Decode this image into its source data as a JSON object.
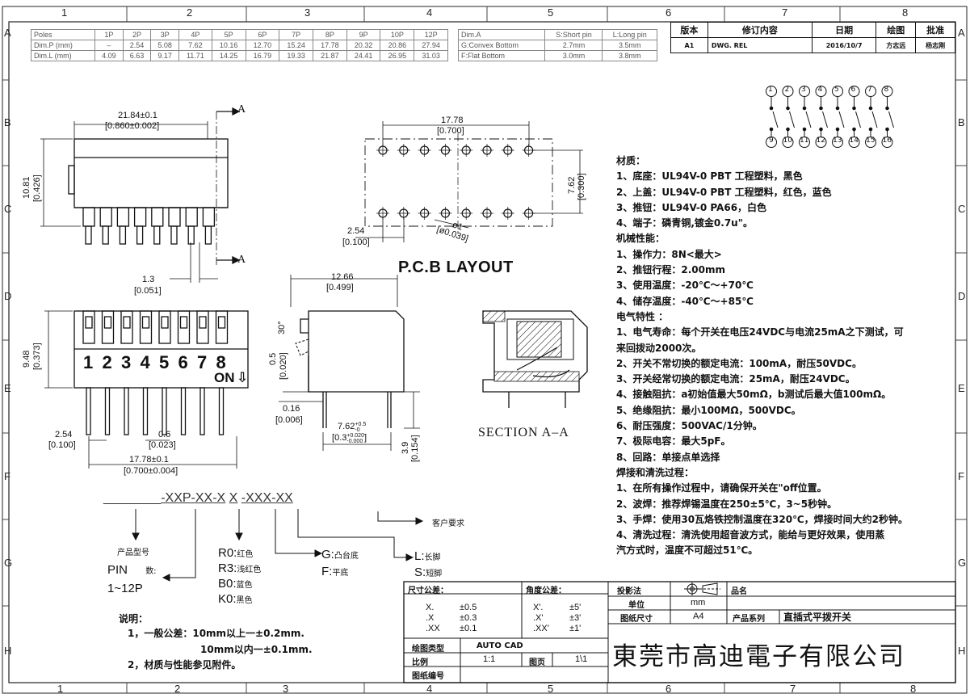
{
  "grid": {
    "columns": [
      "1",
      "2",
      "3",
      "4",
      "5",
      "6",
      "7",
      "8"
    ],
    "rows": [
      "A",
      "B",
      "C",
      "D",
      "E",
      "F",
      "G",
      "H"
    ]
  },
  "dim_table": {
    "headers": [
      "Poles",
      "1P",
      "2P",
      "3P",
      "4P",
      "5P",
      "6P",
      "7P",
      "8P",
      "9P",
      "10P",
      "12P"
    ],
    "rows": [
      [
        "Dim.P (mm)",
        "–",
        "2.54",
        "5.08",
        "7.62",
        "10.16",
        "12.70",
        "15.24",
        "17.78",
        "20.32",
        "20.86",
        "27.94"
      ],
      [
        "Dim.L (mm)",
        "4.09",
        "6.63",
        "9.17",
        "11.71",
        "14.25",
        "16.79",
        "19.33",
        "21.87",
        "24.41",
        "26.95",
        "31.03"
      ]
    ]
  },
  "dim_a_table": {
    "headers": [
      "Dim.A",
      "S:Short pin",
      "L:Long pin"
    ],
    "rows": [
      [
        "G:Convex Bottom",
        "2.7mm",
        "3.5mm"
      ],
      [
        "F:Flat Bottom",
        "3.0mm",
        "3.8mm"
      ]
    ]
  },
  "revision": {
    "headers": [
      "版本",
      "修订内容",
      "日期",
      "绘图",
      "批准"
    ],
    "row": [
      "A1",
      "DWG. REL",
      "2016/10/7",
      "方志远",
      "杨志刚"
    ]
  },
  "front_view": {
    "width_dim": "21.84±0.1",
    "width_dim_in": "[0.860±0.002]",
    "section_mark": "A",
    "height_dim": "10.81",
    "height_dim_in": "[0.426]",
    "pin_w_dim": "1.3",
    "pin_w_dim_in": "[0.051]"
  },
  "top_view": {
    "height_dim": "9.48",
    "height_dim_in": "[0.373]",
    "numbers": [
      "1",
      "2",
      "3",
      "4",
      "5",
      "6",
      "7",
      "8"
    ],
    "on_label": "ON",
    "arrow": "⇩",
    "pitch_dim": "2.54",
    "pitch_dim_in": "[0.100]",
    "pin_dim": "0.6",
    "pin_dim_in": "[0.023]",
    "total_dim": "17.78±0.1",
    "total_dim_in": "[0.700±0.004]"
  },
  "pcb": {
    "title": "P.C.B  LAYOUT",
    "width_dim": "17.78",
    "width_dim_in": "[0.700]",
    "row_dim": "7.62",
    "row_dim_in": "[0.300]",
    "pitch_dim": "2.54",
    "pitch_dim_in": "[0.100]",
    "hole_dim": "ø1",
    "hole_dim_in": "[ø0.039]"
  },
  "side_view": {
    "width_dim": "12.66",
    "width_dim_in": "[0.499]",
    "angle": "30°",
    "knob_dim": "0.5",
    "knob_dim_in": "[0.020]",
    "thick_dim": "0.16",
    "thick_dim_in": "[0.006]",
    "row_dim": "7.62",
    "row_tol_up": "+0.5",
    "row_tol_dn": "-0",
    "row_dim_in": "0.3",
    "row_tol_in_up": "+0.020",
    "row_tol_in_dn": "-0.000",
    "pin_dim": "3.9",
    "pin_dim_in": "[0.154]"
  },
  "section": {
    "label": "SECTION  A–A"
  },
  "schematic": {
    "top": [
      "1",
      "2",
      "3",
      "4",
      "5",
      "6",
      "7",
      "8"
    ],
    "bottom": [
      "9",
      "10",
      "11",
      "12",
      "13",
      "14",
      "15",
      "16"
    ]
  },
  "specs": [
    "材质：",
    "1、底座：UL94V-0 PBT 工程塑料，黑色",
    "2、上盖：UL94V-0 PBT 工程塑料，红色，蓝色",
    "3、推钮：UL94V-0 PA66，白色",
    "4、端子：磷青铜,镀金0.7u\"。",
    "机械性能：",
    "1、操作力：8N<最大>",
    "2、推钮行程：2.00mm",
    "3、使用温度：-20℃～+70℃",
    "4、储存温度：-40℃～+85℃",
    "电气特性 ：",
    "1、电气寿命：每个开关在电压24VDC与电流25mA之下测试，可",
    "    来回拨动2000次。",
    "2、开关不常切换的额定电流：100mA，耐压50VDC。",
    "3、开关经常切换的额定电流：25mA，耐压24VDC。",
    "4、接触阻抗：a初始值最大50mΩ，b测试后最大值100mΩ。",
    "5、绝缘阻抗：最小100MΩ，500VDC。",
    "6、耐压强度：500VAC/1分钟。",
    "7、极际电容：最大5pF。",
    "8、回路：单接点单选择",
    "焊接和清洗过程：",
    "1、在所有操作过程中，请确保开关在\"off位置。",
    "2、波焊：推荐焊锡温度在250±5℃，3~5秒钟。",
    "3、手焊：使用30瓦烙铁控制温度在320℃，焊接时间大约2秒钟。",
    "4、清洗过程：清洗使用超音波方式，能给与更好效果，使用蒸",
    "    汽方式时，温度不可超过51℃。"
  ],
  "part_code": {
    "blank": "________",
    "seg1": "-XXP",
    "seg2": "-XX",
    "seg3": "-X",
    "seg4": "X",
    "seg5": "-XXX",
    "seg6": "-XX",
    "customer": "客户要求",
    "model": "产品型号",
    "pin_label": "PIN",
    "pin_cn": "数:",
    "pin_range": "1~12P",
    "colors": [
      {
        "code": "R0:",
        "name": "红色"
      },
      {
        "code": "R3:",
        "name": "浅红色"
      },
      {
        "code": "B0:",
        "name": "蓝色"
      },
      {
        "code": "K0:",
        "name": "黑色"
      }
    ],
    "bottoms": [
      {
        "code": "G:",
        "name": "凸台底"
      },
      {
        "code": "F:",
        "name": "平底"
      }
    ],
    "pins": [
      {
        "code": "L:",
        "name": "长脚"
      },
      {
        "code": "S:",
        "name": "短脚"
      }
    ]
  },
  "notes": {
    "title": "说明：",
    "line1": "1，一般公差：10mm以上一±0.2mm.",
    "line2": "10mm以内一±0.1mm.",
    "line3": "2，材质与性能参见附件。"
  },
  "title_block": {
    "dim_tol": "尺寸公差：",
    "ang_tol": "角度公差：",
    "tol_rows": [
      [
        "X.",
        "±0.5",
        "X'.",
        "±5'"
      ],
      [
        ".X",
        "±0.3",
        ".X'",
        "±3'"
      ],
      [
        ".XX",
        "±0.1",
        ".XX'",
        "±1'"
      ]
    ],
    "projection": "投影法",
    "product_name": "品名",
    "unit": "单位",
    "unit_val": "mm",
    "drawing_size": "图纸尺寸",
    "size_val": "A4",
    "series": "产品系列",
    "series_val": "直插式平拨开关",
    "drawing_type": "绘图类型",
    "type_val": "AUTO CAD",
    "scale": "比例",
    "scale_val": "1:1",
    "page": "图页",
    "page_val": "1\\1",
    "drawing_no": "图纸编号",
    "company": "東莞市高迪電子有限公司"
  }
}
